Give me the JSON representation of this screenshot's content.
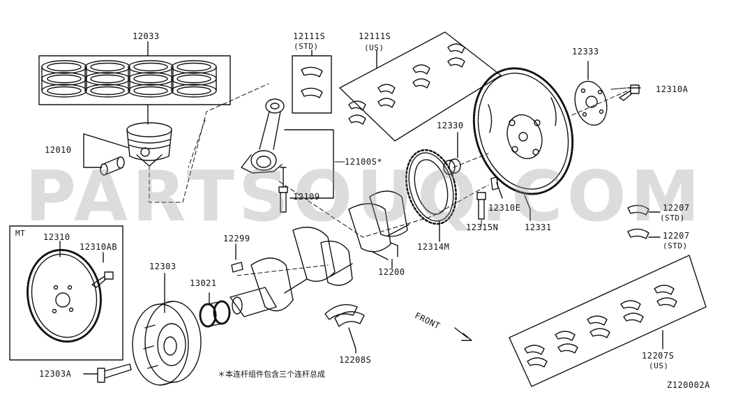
{
  "diagram": {
    "watermark": "PARTSOUQ.COM",
    "drawing_code": "Z120002A",
    "note": "＊本连杆组件包含三个连杆总成",
    "front_label": "FRONT",
    "mt_label": "MT",
    "parts": {
      "piston_ring_set": "12033",
      "piston_pin": "12010",
      "conrod_bearing_std": "12111S",
      "conrod_bearing_std_note": "(STD)",
      "conrod_bearing_us": "12111S",
      "conrod_bearing_us_note": "(US)",
      "flywheel_plate": "12333",
      "flywheel_bolt": "12310A",
      "pilot_bushing": "12330",
      "conrod_assembly": "12100S*",
      "conrod_bolt": "12109",
      "dowel_pin": "12310E",
      "drive_plate": "12331",
      "plate_bolt": "12315N",
      "signal_plate": "12314M",
      "crankshaft": "12200",
      "key": "12299",
      "sprocket": "13021",
      "pulley": "12303",
      "pulley_bolt": "12303A",
      "mt_flywheel": "12310",
      "mt_flywheel_bolt": "12310AB",
      "thrust_bearing_1": "12207",
      "thrust_bearing_1_note": "(STD)",
      "thrust_bearing_2": "12207",
      "thrust_bearing_2_note": "(STD)",
      "main_bearing_std": "12208S",
      "main_bearing_us": "12207S",
      "main_bearing_us_note": "(US)"
    }
  }
}
